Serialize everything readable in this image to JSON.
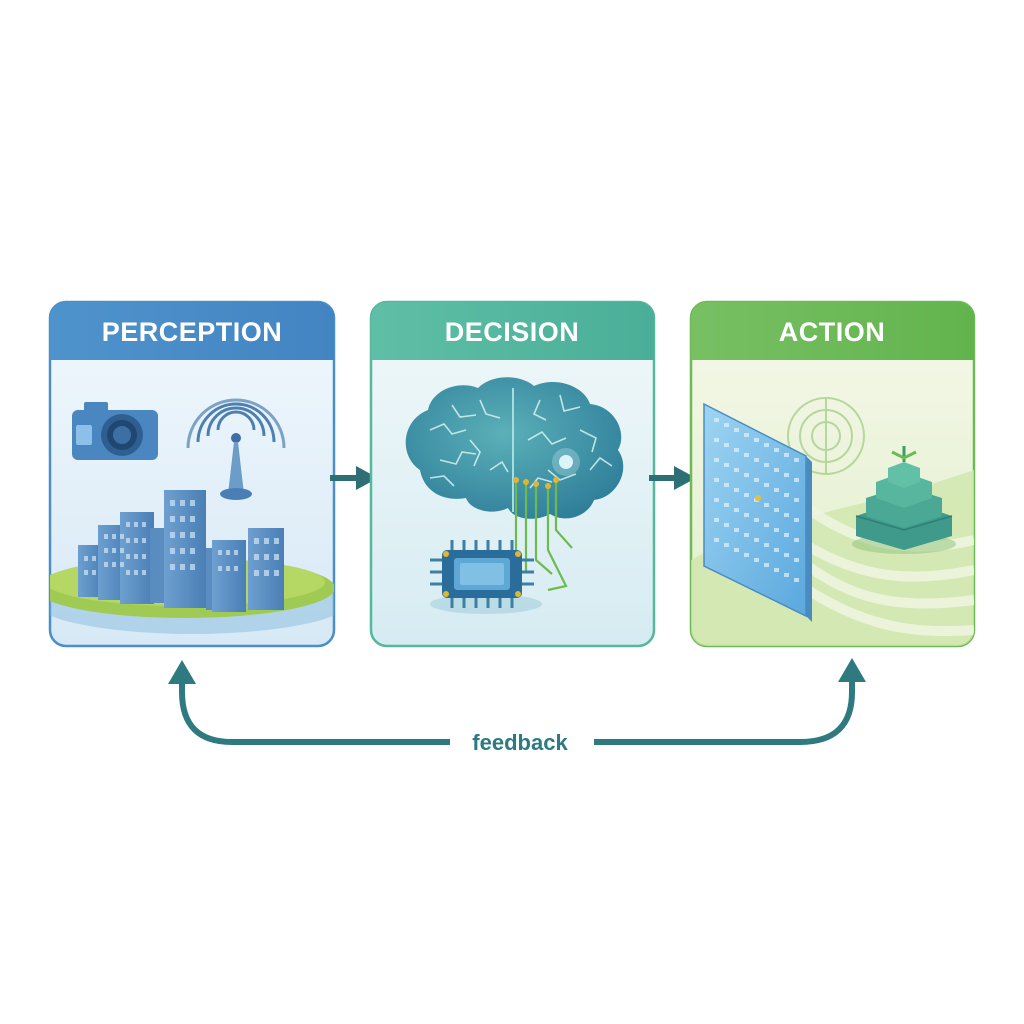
{
  "stages": [
    {
      "label": "PERCEPTION",
      "color": "#4a8fc8"
    },
    {
      "label": "DECISION",
      "color": "#55b79c"
    },
    {
      "label": "ACTION",
      "color": "#6dba55"
    }
  ],
  "feedback": {
    "label": "feedback"
  },
  "icons": {
    "perception": [
      "camera-icon",
      "antenna-icon",
      "city-buildings-icon"
    ],
    "decision": [
      "brain-icon",
      "chip-icon"
    ],
    "action": [
      "panel-screen-icon",
      "tiered-tower-icon",
      "radar-rings-icon"
    ]
  },
  "colors": {
    "arrow": "#2e6f75",
    "feedback_arrow": "#2e7a80"
  }
}
